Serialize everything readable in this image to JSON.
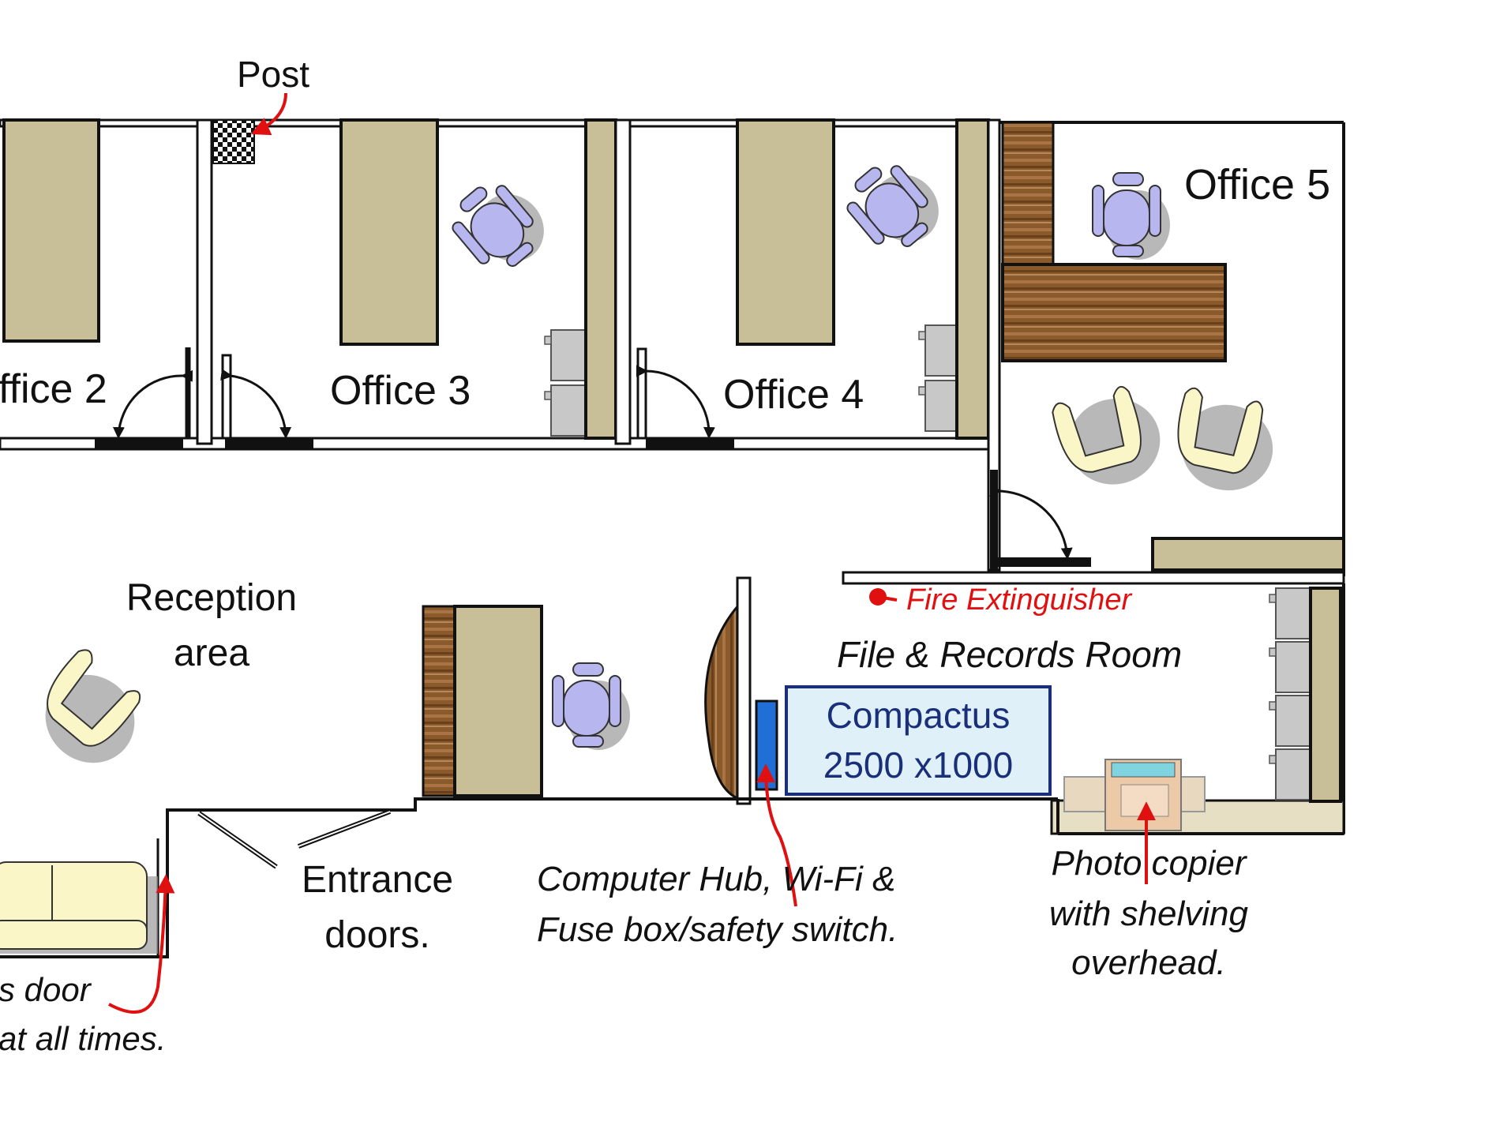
{
  "labels": {
    "post": "Post",
    "office_2": "ffice 2",
    "office_3": "Office 3",
    "office_4": "Office 4",
    "office_5": "Office 5",
    "reception_line1": "Reception",
    "reception_line2": "area",
    "fire_extinguisher": "Fire Extinguisher",
    "file_records": "File & Records Room",
    "compactus_line1": "Compactus",
    "compactus_line2": "2500 x1000",
    "entrance_line1": "Entrance",
    "entrance_line2": "doors.",
    "hub_line1": "Computer Hub, Wi-Fi &",
    "hub_line2": "Fuse box/safety switch.",
    "copier_line1": "Photo copier",
    "copier_line2": "with shelving",
    "copier_line3": "overhead.",
    "door_note_line1": "s door",
    "door_note_line2": "at all times."
  },
  "colors": {
    "wall": "#111111",
    "desk": "#c8bf98",
    "wood": "#8a5a2b",
    "chair": "#b8b6ee",
    "armchair": "#fbf6c8",
    "cabinet": "#c8c8c8",
    "annotation": "#e01010",
    "compactus_fill": "#dff0f8",
    "compactus_border": "#1a2f7a",
    "hub": "#1f6fd6"
  },
  "icons": [
    "mail-post-icon",
    "office-chair-icon",
    "armchair-icon",
    "sofa-icon",
    "filing-cabinet-icon",
    "photocopier-icon",
    "fire-extinguisher-icon",
    "computer-hub-icon"
  ]
}
